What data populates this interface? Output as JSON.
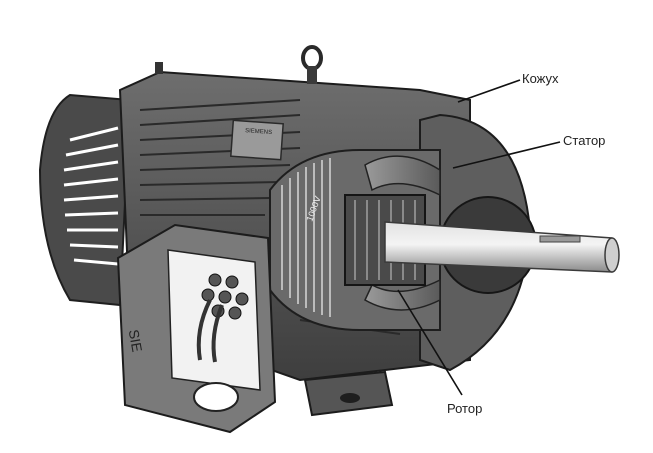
{
  "diagram": {
    "subject": "electric-motor-cutaway",
    "labels": {
      "casing": "Кожух",
      "stator": "Статор",
      "rotor": "Ротор"
    },
    "nameplate_text": "SIEMENS",
    "terminal_box_text": "SIE",
    "stator_stamp": "1000V",
    "colors": {
      "body": "#5a5a5a",
      "dark": "#2b2b2b",
      "light": "#a9a9a9",
      "shaft": "#bcbcbc",
      "white": "#ffffff"
    }
  }
}
